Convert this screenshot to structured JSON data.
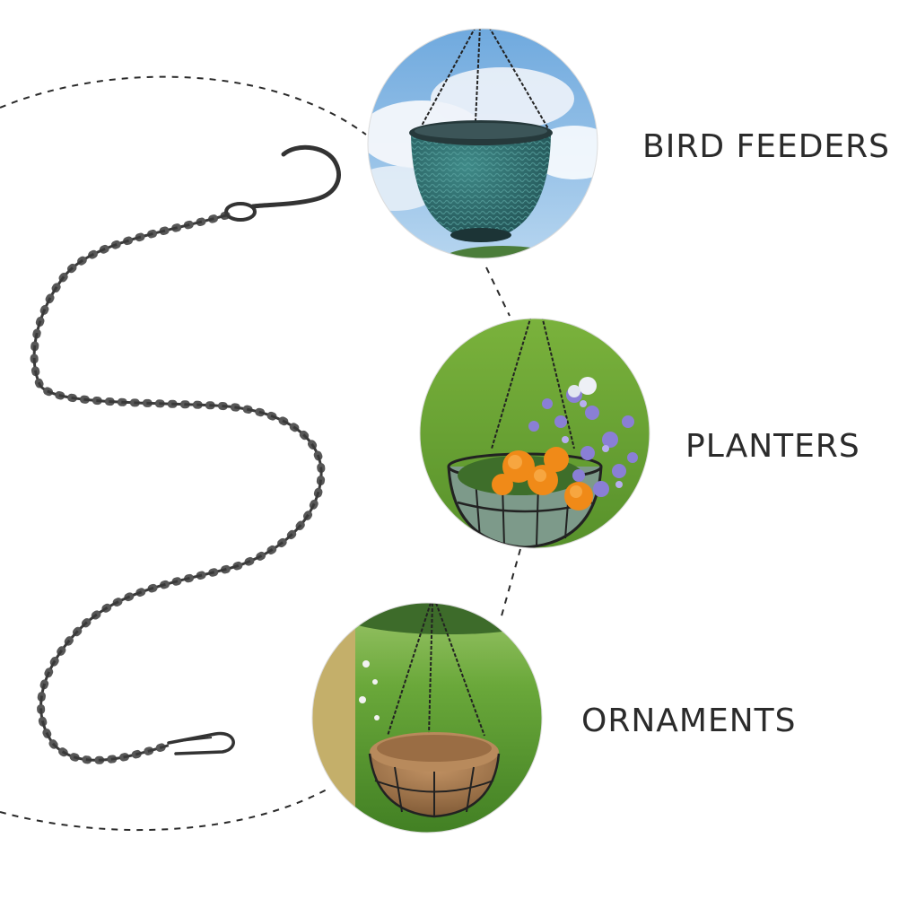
{
  "labels": {
    "bird_feeders": "BIRD FEEDERS",
    "planters": "PLANTERS",
    "ornaments": "ORNAMENTS"
  },
  "scene": {
    "items": [
      {
        "name": "hanging-chain-with-hook",
        "icon": "chain-icon"
      },
      {
        "name": "teal-woven-planter-photo",
        "icon": "photo"
      },
      {
        "name": "flower-planter-photo",
        "icon": "photo"
      },
      {
        "name": "coco-basket-photo",
        "icon": "photo"
      }
    ]
  },
  "colors": {
    "chain": "#3a3a3a",
    "dashed_line": "#2a2a2a",
    "text": "#2b2b2b",
    "sky": "#8fc1ea",
    "grass": "#5e9b2f",
    "teal_planter": "#2e6e6e",
    "marigold": "#f08a18",
    "lavender": "#8a7fd6",
    "coco": "#a87b4f"
  }
}
